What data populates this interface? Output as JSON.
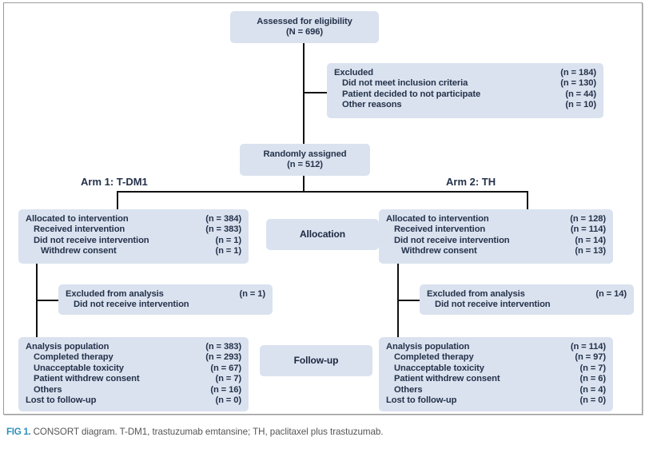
{
  "figure": {
    "number_label": "FIG 1.",
    "caption_text": "CONSORT diagram. T-DM1, trastuzumab emtansine; TH, paclitaxel plus trastuzumab."
  },
  "colors": {
    "box_fill": "#dae2ef",
    "text": "#24324a",
    "line": "#111111",
    "figure_number": "#2d8fba",
    "caption": "#555555",
    "panel_border": "#9b9b9b"
  },
  "diagram": {
    "type": "consort-flow",
    "enrollment": {
      "assessed": {
        "title": "Assessed for eligibility",
        "count": "(N = 696)"
      },
      "excluded": {
        "rows": [
          {
            "label": "Excluded",
            "count": "(n = 184)",
            "indent": 0
          },
          {
            "label": "Did not meet inclusion criteria",
            "count": "(n = 130)",
            "indent": 1
          },
          {
            "label": "Patient decided to not participate",
            "count": "(n = 44)",
            "indent": 1
          },
          {
            "label": "Other reasons",
            "count": "(n = 10)",
            "indent": 1
          }
        ]
      },
      "randomized": {
        "title": "Randomly assigned",
        "count": "(n = 512)"
      }
    },
    "stage_labels": {
      "allocation": "Allocation",
      "followup": "Follow-up"
    },
    "arms": [
      {
        "header": "Arm 1: T-DM1",
        "allocation": {
          "rows": [
            {
              "label": "Allocated to intervention",
              "count": "(n = 384)",
              "indent": 0
            },
            {
              "label": "Received intervention",
              "count": "(n = 383)",
              "indent": 1
            },
            {
              "label": "Did not receive intervention",
              "count": "(n = 1)",
              "indent": 1
            },
            {
              "label": "Withdrew consent",
              "count": "(n = 1)",
              "indent": 2
            }
          ]
        },
        "excluded_from_analysis": {
          "rows": [
            {
              "label": "Excluded from analysis",
              "count": "(n = 1)",
              "indent": 0
            },
            {
              "label": "Did not receive intervention",
              "count": "",
              "indent": 1
            }
          ]
        },
        "followup": {
          "rows": [
            {
              "label": "Analysis population",
              "count": "(n = 383)",
              "indent": 0
            },
            {
              "label": "Completed therapy",
              "count": "(n = 293)",
              "indent": 1
            },
            {
              "label": "Unacceptable toxicity",
              "count": "(n = 67)",
              "indent": 1
            },
            {
              "label": "Patient withdrew consent",
              "count": "(n = 7)",
              "indent": 1
            },
            {
              "label": "Others",
              "count": "(n = 16)",
              "indent": 1
            },
            {
              "label": "Lost to follow-up",
              "count": "(n = 0)",
              "indent": 0
            }
          ]
        }
      },
      {
        "header": "Arm 2: TH",
        "allocation": {
          "rows": [
            {
              "label": "Allocated to intervention",
              "count": "(n = 128)",
              "indent": 0
            },
            {
              "label": "Received intervention",
              "count": "(n = 114)",
              "indent": 1
            },
            {
              "label": "Did not receive intervention",
              "count": "(n = 14)",
              "indent": 1
            },
            {
              "label": "Withdrew consent",
              "count": "(n = 13)",
              "indent": 2
            }
          ]
        },
        "excluded_from_analysis": {
          "rows": [
            {
              "label": "Excluded from analysis",
              "count": "(n = 14)",
              "indent": 0
            },
            {
              "label": "Did not receive intervention",
              "count": "",
              "indent": 1
            }
          ]
        },
        "followup": {
          "rows": [
            {
              "label": "Analysis population",
              "count": "(n = 114)",
              "indent": 0
            },
            {
              "label": "Completed therapy",
              "count": "(n = 97)",
              "indent": 1
            },
            {
              "label": "Unacceptable toxicity",
              "count": "(n = 7)",
              "indent": 1
            },
            {
              "label": "Patient withdrew consent",
              "count": "(n = 6)",
              "indent": 1
            },
            {
              "label": "Others",
              "count": "(n = 4)",
              "indent": 1
            },
            {
              "label": "Lost to follow-up",
              "count": "(n = 0)",
              "indent": 0
            }
          ]
        }
      }
    ]
  }
}
